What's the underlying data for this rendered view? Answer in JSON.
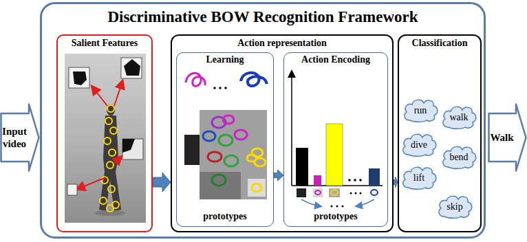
{
  "diagram": {
    "title": "Discriminative BOW Recognition Framework",
    "nodes": [
      {
        "text": [
          "Input video"
        ]
      },
      {
        "text": [
          "Discriminative BOW Recognition Framework"
        ]
      },
      {
        "text": [
          "Salient Features"
        ],
        "in": 1
      },
      {
        "text": [
          "Action representation"
        ],
        "in": 1
      },
      {
        "text": [
          "Learning",
          "prototypes"
        ],
        "in": 3
      },
      {
        "text": [
          "Action Encoding",
          "prototypes"
        ],
        "in": 3
      },
      {
        "text": [
          "Classification"
        ],
        "in": 1
      },
      {
        "text": [
          "run"
        ],
        "in": 6
      },
      {
        "text": [
          "walk"
        ],
        "in": 6
      },
      {
        "text": [
          "dive"
        ],
        "in": 6
      },
      {
        "text": [
          "bend"
        ],
        "in": 6
      },
      {
        "text": [
          "lift"
        ],
        "in": 6
      },
      {
        "text": [
          "skip"
        ],
        "in": 6
      },
      {
        "text": [
          "Walk"
        ]
      }
    ],
    "edges": [
      {
        "from": 2,
        "to": 3,
        "arrow": "to"
      },
      {
        "from": 4,
        "to": 5,
        "arrow": "to"
      },
      {
        "from": 3,
        "to": 6,
        "arrow": "to"
      }
    ]
  }
}
